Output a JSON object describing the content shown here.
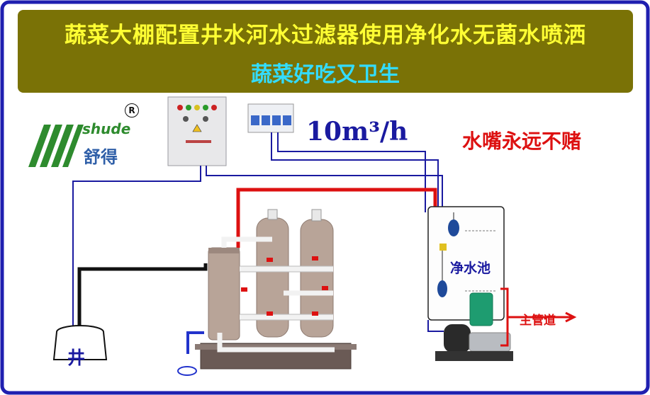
{
  "banner": {
    "title": "蔬菜大棚配置井水河水过滤器使用净化水无菌水喷洒",
    "subtitle": "蔬菜好吃又卫生"
  },
  "logo": {
    "wordmark": "shude",
    "name_cn": "舒得",
    "registered_mark": "R"
  },
  "flow_rate": "10m³/h",
  "slogan": "水嘴永远不赌",
  "labels": {
    "clean_water_pool": "净水池",
    "main_pipe": "主管道",
    "well": "井"
  },
  "colors": {
    "border": "#1f1fb0",
    "banner_bg": "#7a7206",
    "title": "#ffff33",
    "subtitle": "#33dcff",
    "red_pipe": "#dd1111",
    "blue_wire": "#1a1aa0",
    "tank": "#b8a498"
  }
}
